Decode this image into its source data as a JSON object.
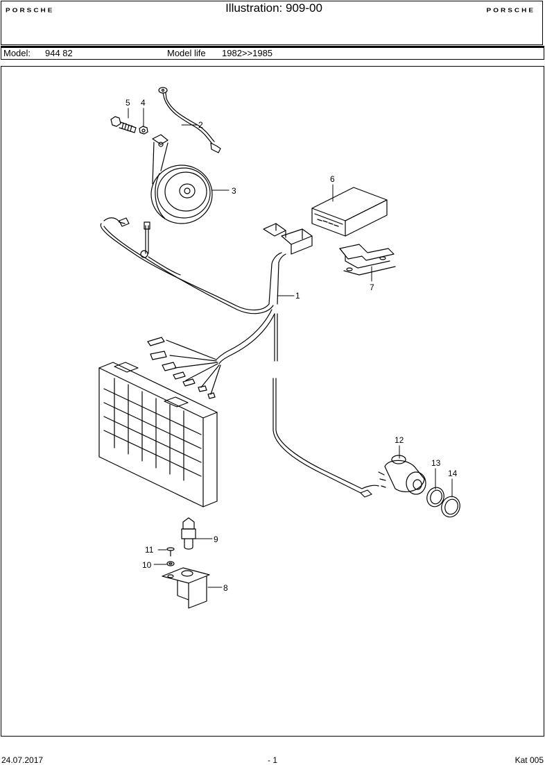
{
  "header": {
    "brand_left": "PORSCHE",
    "title": "Illustration: 909-00",
    "brand_right": "PORSCHE"
  },
  "model_bar": {
    "model_label": "Model:",
    "model_value": "944 82",
    "life_label": "Model life",
    "life_value": "1982>>1985"
  },
  "callouts": [
    "1",
    "2",
    "3",
    "4",
    "5",
    "6",
    "7",
    "8",
    "9",
    "10",
    "11",
    "12",
    "13",
    "14"
  ],
  "footer": {
    "date": "24.07.2017",
    "page": "- 1",
    "catalog": "Kat 005"
  }
}
